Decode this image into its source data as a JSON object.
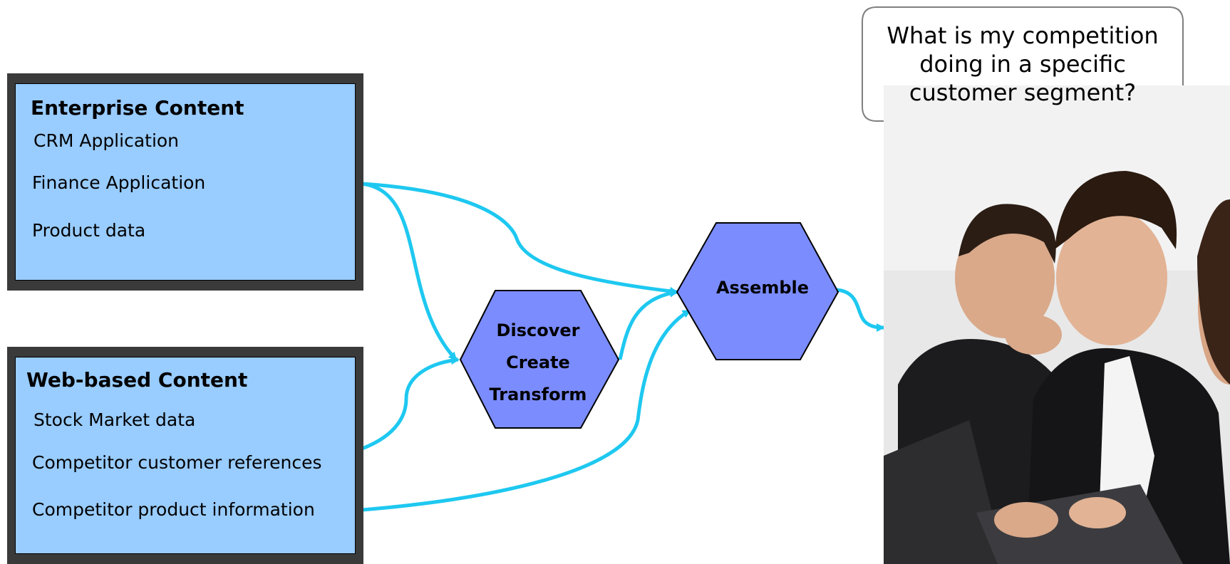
{
  "enterprise": {
    "title": "Enterprise Content",
    "items": [
      "CRM Application",
      "Finance Application",
      "Product data"
    ]
  },
  "web": {
    "title": "Web-based Content",
    "items": [
      "Stock Market data",
      "Competitor customer references",
      "Competitor product information"
    ]
  },
  "process": {
    "discover_lines": [
      "Discover",
      "Create",
      "Transform"
    ],
    "assemble": "Assemble"
  },
  "callout": {
    "lines": [
      "What is my competition",
      "doing in a specific",
      "customer segment?"
    ]
  },
  "colors": {
    "box_fill": "#99ccff",
    "box_border": "#3a3a3a",
    "hex_fill": "#7b8cff",
    "arrow": "#1ec8f0"
  }
}
